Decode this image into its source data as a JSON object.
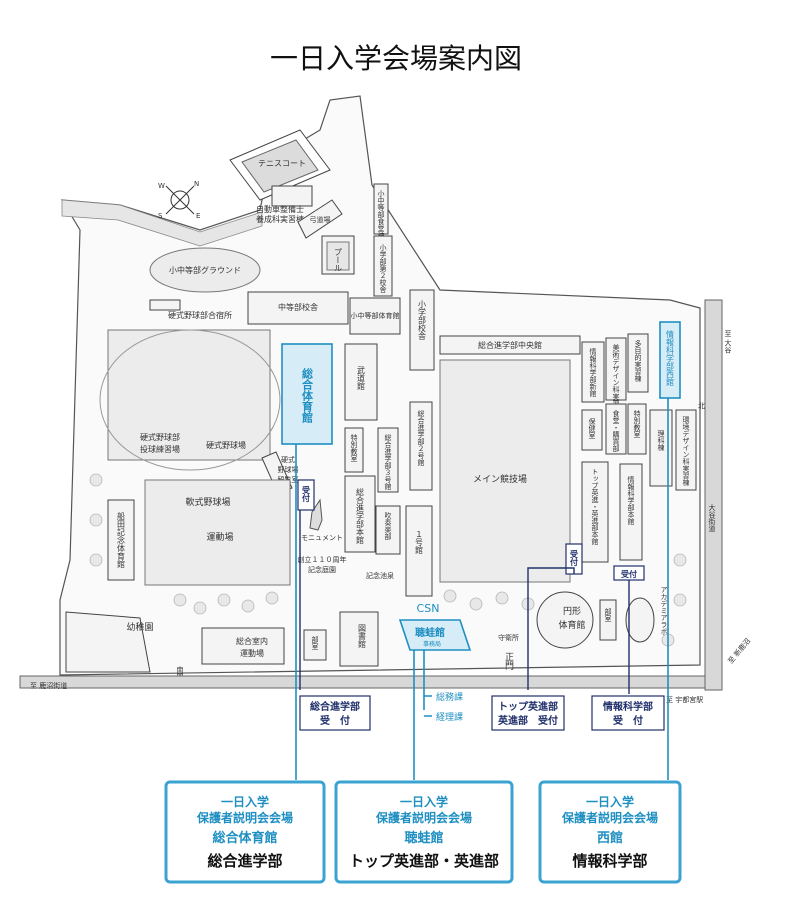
{
  "title": "一日入学会場案内図",
  "compass": {
    "north": "N",
    "east": "E",
    "south": "S",
    "west": "W"
  },
  "map": {
    "tennis_court": "テニスコート",
    "auto_mechanic": [
      "自動車整備士",
      "養成科実習棟"
    ],
    "dojo": "弓道場",
    "pool": "プール",
    "elem_cafeteria": "小中等部食堂棟",
    "elem_school2": "小学部第２校舎",
    "playground_mid": "小中等部グラウンド",
    "baseball_soft_club": "硬式野球部合宿所",
    "middle_school": "中等部校舎",
    "middle_gym": "小中等部体育館",
    "elem_school": "小学部校舎",
    "central_hall": "総合進学部中央館",
    "general_gym": "総合体育館",
    "budokan": "武道館",
    "special_class": "特別教室",
    "general_3": "総合進学部３号館",
    "general_2": "総合進学部２号館",
    "hard_baseball_practice": [
      "硬式野球部",
      "投球練習場"
    ],
    "hard_baseball_field": "硬式野球場",
    "hard_baseball_seat": [
      "硬式",
      "野球場",
      "観覧室"
    ],
    "main_field": "メイン競技場",
    "soft_baseball": "軟式野球場",
    "field": "運動場",
    "funada_hall": "船田記念体育館",
    "monument": "モニュメント",
    "general_main": "総合進学部本館",
    "brass": "吹奏楽部",
    "bldg1": "１号館",
    "anniv_garden": [
      "創立１１０周年",
      "記念庭園"
    ],
    "memorial_pond": "記念池泉",
    "csn": "CSN",
    "info_lab": "情報科学部新館",
    "art_design": "美術デザイン科実習棟",
    "multipurpose": "多目的実習棟",
    "info_west": "情報科学部西館",
    "health": "保健室",
    "cafeteria": "食堂・購買部",
    "special2": "特別教室",
    "science": "理科棟",
    "env_design": "環境デザイン科実習棟",
    "top_main": "トップ英進・英進部本館",
    "info_main": "情報科学部本館",
    "kindergarten": "幼稚園",
    "indoor_field": [
      "総合室内",
      "運動場"
    ],
    "club": "部室",
    "club2": "部室",
    "library": "図書館",
    "choakan": "聴蛙館",
    "office": "事務局",
    "guard": "守衛所",
    "main_gate": "正門",
    "south_gate": "南門",
    "round_gym": [
      "円形",
      "体育館"
    ],
    "academia": "アカデミアラボ",
    "north_gate": "北門",
    "to_otani": "至 大谷",
    "otani_road": "大谷街道",
    "to_shinkaido": "至 新鹿沼",
    "to_kanuma": "至 鹿沼街道",
    "to_utsunomiya": "至 宇都宮駅",
    "uketsuke": "受付",
    "soumu": "総務課",
    "keiri": "経理課"
  },
  "tags": {
    "general": [
      "総合進学部",
      "受　付"
    ],
    "top": [
      "トップ英進部",
      "英進部　受付"
    ],
    "info": [
      "情報科学部",
      "受　付"
    ]
  },
  "cards": [
    {
      "line1": "一日入学",
      "line2": "保護者説明会会場",
      "venue": "総合体育館",
      "dept": "総合進学部"
    },
    {
      "line1": "一日入学",
      "line2": "保護者説明会会場",
      "venue": "聴蛙館",
      "dept": "トップ英進部・英進部"
    },
    {
      "line1": "一日入学",
      "line2": "保護者説明会会場",
      "venue": "西館",
      "dept": "情報科学部"
    }
  ],
  "colors": {
    "accent": "#1f8fc2",
    "navy": "#21306b",
    "card_border": "#3aa3d2"
  }
}
